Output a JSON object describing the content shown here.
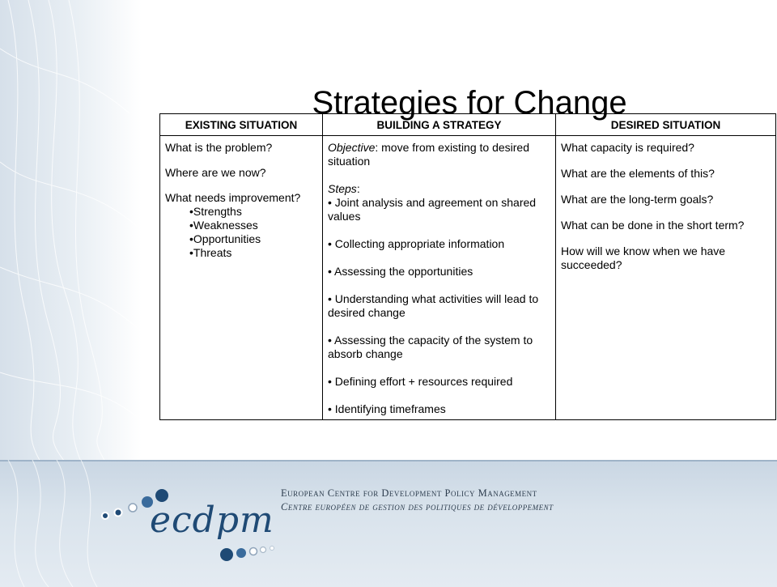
{
  "slide": {
    "title": "Strategies for Change"
  },
  "table": {
    "headers": [
      "EXISTING SITUATION",
      "BUILDING A STRATEGY",
      "DESIRED SITUATION"
    ],
    "existing": {
      "q1": "What is the problem?",
      "q2": "Where are we now?",
      "q3": "What needs improvement?",
      "swot": [
        "•Strengths",
        "•Weaknesses",
        "•Opportunities",
        "•Threats"
      ]
    },
    "building": {
      "objective_label": "Objective",
      "objective_text": ": move from existing to desired situation",
      "steps_label": "Steps",
      "steps_colon": ":",
      "steps": [
        "• Joint analysis and agreement on shared values",
        "• Collecting appropriate information",
        "• Assessing the opportunities",
        "• Understanding what activities will lead to desired change",
        "• Assessing the capacity of the system to absorb change",
        "• Defining effort + resources required",
        "• Identifying timeframes"
      ]
    },
    "desired": {
      "questions": [
        "What capacity is required?",
        "What are the elements of this?",
        "What are the long-term goals?",
        "What can be done in the short term?",
        "How will we know when we have succeeded?"
      ]
    }
  },
  "footer": {
    "logo_text": "ecdpm",
    "org_name_en": "European Centre for Development Policy Management",
    "org_name_fr": "Centre européen de gestion des politiques de développement"
  },
  "colors": {
    "brand_blue": "#1f4a75",
    "footer_bg": "#d9e3ec"
  }
}
